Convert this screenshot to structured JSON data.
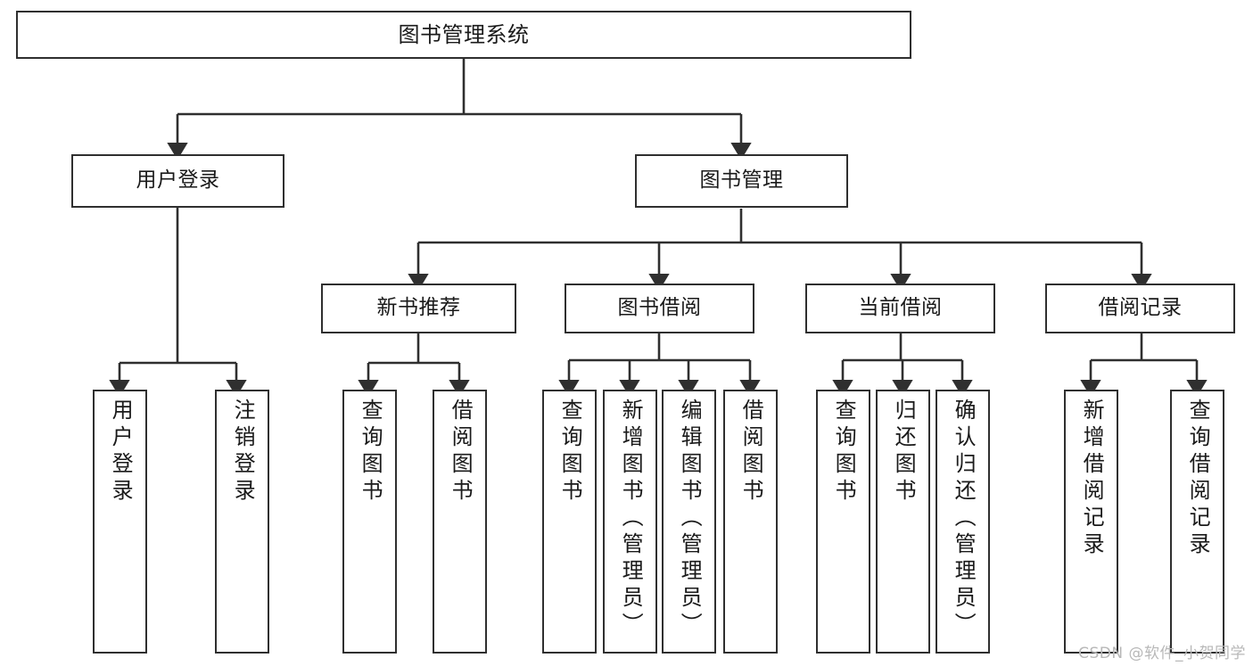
{
  "diagram": {
    "title": "图书管理系统",
    "type": "tree / functional-structure-chart",
    "watermark": "CSDN @软件_小贺同学",
    "colors": {
      "box_border": "#2f2f2f",
      "box_fill": "#ffffff",
      "connector": "#2f2f2f",
      "text": "#1a1a1a",
      "watermark": "#b8b8b8",
      "background": "#ffffff"
    }
  },
  "nodes": {
    "root": {
      "label": "图书管理系统"
    },
    "tier1": [
      {
        "id": "user-login",
        "label": "用户登录"
      },
      {
        "id": "book-manage",
        "label": "图书管理"
      }
    ],
    "tier2": [
      {
        "id": "new-book-recommend",
        "label": "新书推荐"
      },
      {
        "id": "book-borrow",
        "label": "图书借阅"
      },
      {
        "id": "current-borrow",
        "label": "当前借阅"
      },
      {
        "id": "borrow-record",
        "label": "借阅记录"
      }
    ],
    "leaves": {
      "user_login": [
        {
          "id": "leaf-user-login",
          "label": "用户登录"
        },
        {
          "id": "leaf-logout-login",
          "label": "注销登录"
        }
      ],
      "new_book_recommend": [
        {
          "id": "leaf-query-book-1",
          "label": "查询图书"
        },
        {
          "id": "leaf-borrow-book-1",
          "label": "借阅图书"
        }
      ],
      "book_borrow": [
        {
          "id": "leaf-query-book-2",
          "label": "查询图书"
        },
        {
          "id": "leaf-add-book",
          "label": "新增图书（管理员）"
        },
        {
          "id": "leaf-edit-book",
          "label": "编辑图书（管理员）"
        },
        {
          "id": "leaf-borrow-book-2",
          "label": "借阅图书"
        }
      ],
      "current_borrow": [
        {
          "id": "leaf-query-book-3",
          "label": "查询图书"
        },
        {
          "id": "leaf-return-book",
          "label": "归还图书"
        },
        {
          "id": "leaf-confirm-return",
          "label": "确认归还（管理员）"
        }
      ],
      "borrow_record": [
        {
          "id": "leaf-add-record",
          "label": "新增借阅记录"
        },
        {
          "id": "leaf-query-record",
          "label": "查询借阅记录"
        }
      ]
    }
  }
}
